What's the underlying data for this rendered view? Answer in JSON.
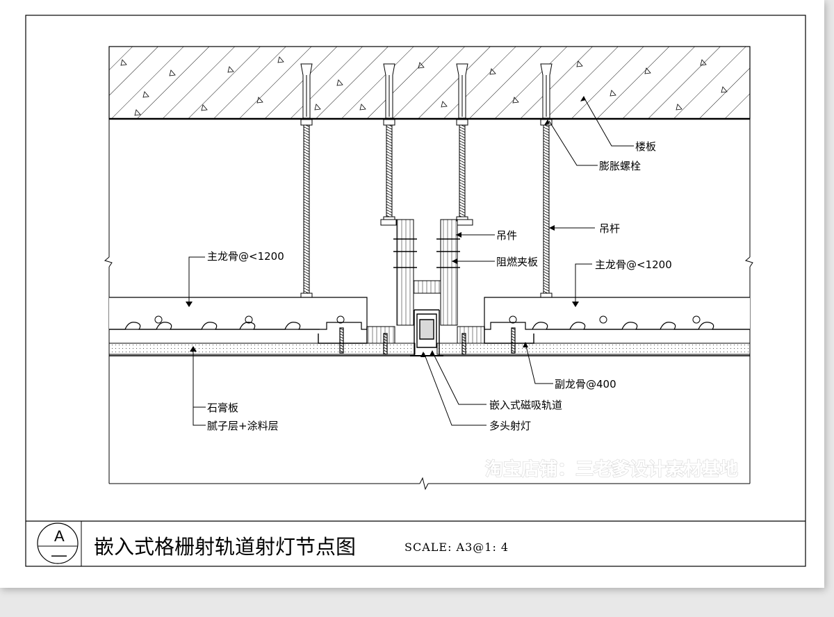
{
  "drawing": {
    "title": "嵌入式格栅射轨道射灯节点图",
    "scale": "SCALE: A3@1: 4",
    "detail_code_top": "A",
    "detail_code_bottom": "—"
  },
  "labels": {
    "floor_slab": "楼板",
    "expansion_bolt": "膨胀螺栓",
    "hanger_rod": "吊杆",
    "hanger_fitting": "吊件",
    "fire_board": "阻燃夹板",
    "main_keel_left": "主龙骨@<1200",
    "main_keel_right": "主龙骨@<1200",
    "sub_keel": "副龙骨@400",
    "magnetic_track": "嵌入式磁吸轨道",
    "multi_spotlight": "多头射灯",
    "gypsum_board": "石膏板",
    "putty_coating": "腻子层+涂料层"
  },
  "watermark": "淘宝店铺：三老爹设计素材基地",
  "colors": {
    "line": "#000000",
    "paper": "#ffffff",
    "background": "#e8e8e8",
    "watermark": "#d4d4d4"
  }
}
